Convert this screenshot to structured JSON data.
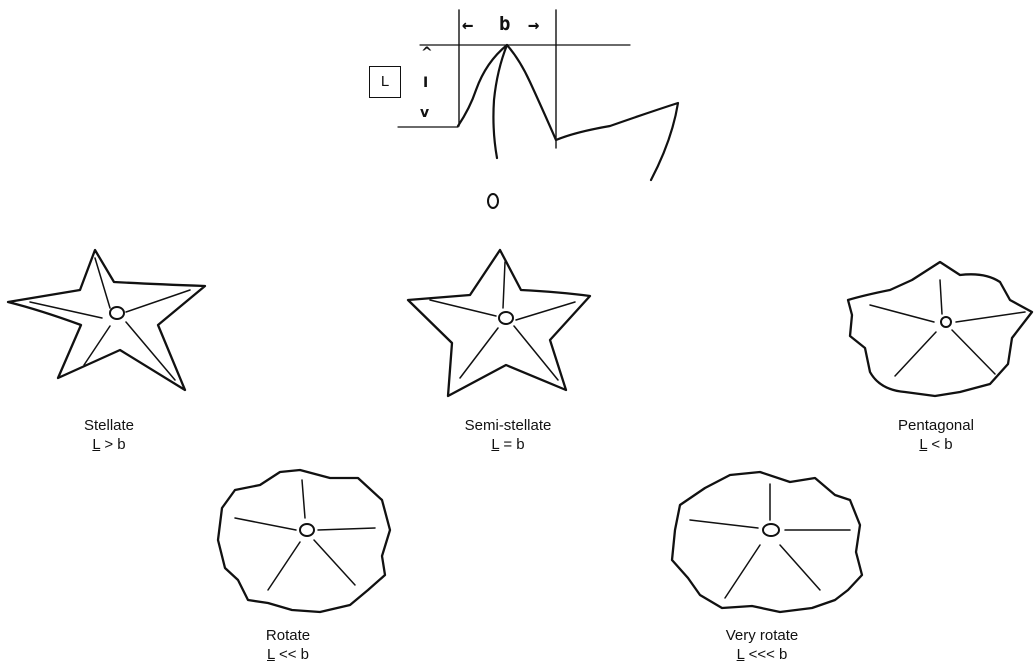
{
  "detail": {
    "box_label": "L",
    "width_label": "b",
    "top_arrow": "^",
    "mid_bar": "I",
    "bottom_arrow": "v"
  },
  "shapes": [
    {
      "id": "stellate",
      "name": "Stellate",
      "L": "L",
      "relation": " > b"
    },
    {
      "id": "semi-stellate",
      "name": "Semi-stellate",
      "L": "L",
      "relation": " = b"
    },
    {
      "id": "pentagonal",
      "name": "Pentagonal",
      "L": "L",
      "relation": " < b"
    },
    {
      "id": "rotate",
      "name": "Rotate",
      "L": "L",
      "relation": " << b"
    },
    {
      "id": "very-rotate",
      "name": "Very rotate",
      "L": "L",
      "relation": " <<< b"
    }
  ]
}
